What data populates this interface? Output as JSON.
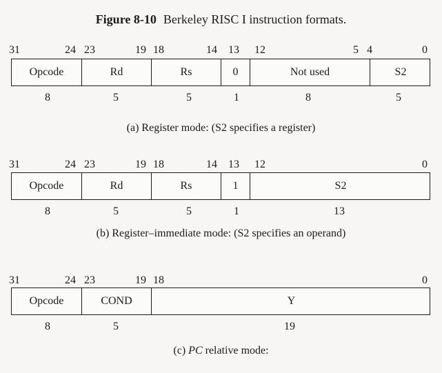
{
  "figure": {
    "label": "Figure 8-10",
    "title": "Berkeley RISC I instruction formats."
  },
  "formats": [
    {
      "id": "a",
      "bit_labels": [
        "31",
        "24",
        "23",
        "19",
        "18",
        "14",
        "13",
        "12",
        "5",
        "4",
        "0"
      ],
      "fields": [
        {
          "name": "Opcode",
          "width": "8"
        },
        {
          "name": "Rd",
          "width": "5"
        },
        {
          "name": "Rs",
          "width": "5"
        },
        {
          "name": "0",
          "width": "1"
        },
        {
          "name": "Not used",
          "width": "8"
        },
        {
          "name": "S2",
          "width": "5"
        }
      ],
      "caption": "(a) Register mode: (S2 specifies a register)"
    },
    {
      "id": "b",
      "bit_labels": [
        "31",
        "24",
        "23",
        "19",
        "18",
        "14",
        "13",
        "12",
        "0"
      ],
      "fields": [
        {
          "name": "Opcode",
          "width": "8"
        },
        {
          "name": "Rd",
          "width": "5"
        },
        {
          "name": "Rs",
          "width": "5"
        },
        {
          "name": "1",
          "width": "1"
        },
        {
          "name": "S2",
          "width": "13"
        }
      ],
      "caption": "(b) Register–immediate mode: (S2 specifies an operand)"
    },
    {
      "id": "c",
      "bit_labels": [
        "31",
        "24",
        "23",
        "19",
        "18",
        "0"
      ],
      "fields": [
        {
          "name": "Opcode",
          "width": "8"
        },
        {
          "name": "COND",
          "width": "5"
        },
        {
          "name": "Y",
          "width": "19"
        }
      ],
      "caption_prefix": "(c) ",
      "caption_italic": "PC",
      "caption_suffix": " relative mode:"
    }
  ]
}
